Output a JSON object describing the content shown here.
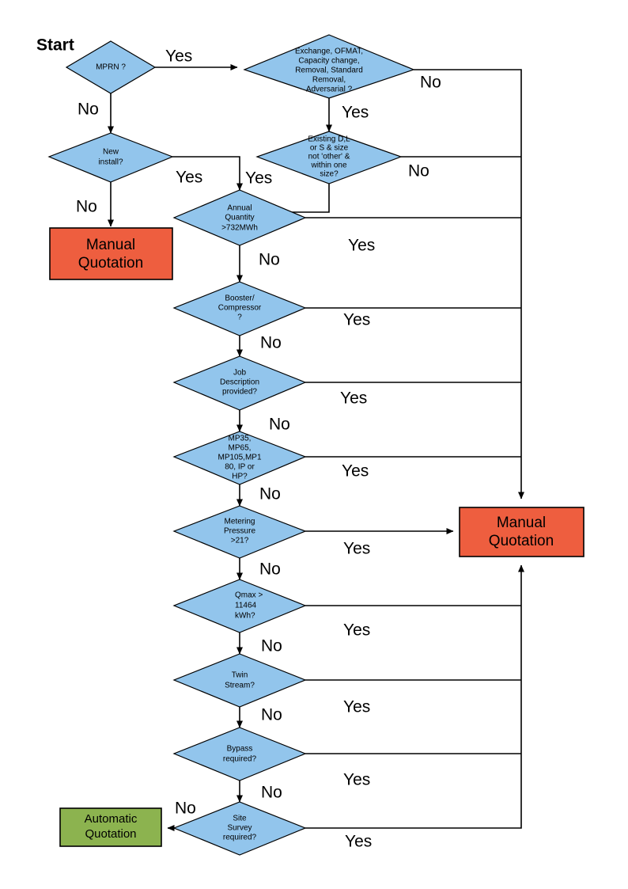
{
  "diagram": {
    "title": "Start",
    "colors": {
      "decision_fill": "#92C5EC",
      "manual_fill": "#EE5E3F",
      "automatic_fill": "#8CB34F",
      "line": "#000000"
    },
    "start_label": "Start",
    "decisions": [
      {
        "id": "mprn",
        "lines": [
          "MPRN ?"
        ],
        "yes_label": "Yes",
        "no_label": "No"
      },
      {
        "id": "exchange",
        "lines": [
          "Exchange, OFMAT,",
          "Capacity change,",
          "Removal, Standard",
          "Removal,",
          "Adversarial ?"
        ],
        "yes_label": "Yes",
        "no_label": "No"
      },
      {
        "id": "new-install",
        "lines": [
          "New",
          "install?"
        ],
        "yes_label": "Yes",
        "no_label": "No"
      },
      {
        "id": "existing-dls",
        "lines": [
          "Existing D,L",
          "or S & size",
          "not 'other' &",
          "within one",
          "size?"
        ],
        "yes_label": "Yes",
        "no_label": "No"
      },
      {
        "id": "annual-quantity",
        "lines": [
          "Annual",
          "Quantity",
          ">732MWh"
        ],
        "yes_label": "Yes",
        "no_label": "No"
      },
      {
        "id": "booster-compressor",
        "lines": [
          "Booster/",
          "Compressor",
          "?"
        ],
        "yes_label": "Yes",
        "no_label": "No"
      },
      {
        "id": "job-description",
        "lines": [
          "Job",
          "Description",
          "provided?"
        ],
        "yes_label": "Yes",
        "no_label": "No"
      },
      {
        "id": "mp-rating",
        "lines": [
          "MP35,",
          "MP65,",
          "MP105,MP1",
          "80, IP or",
          "HP?"
        ],
        "yes_label": "Yes",
        "no_label": "No"
      },
      {
        "id": "metering-pressure",
        "lines": [
          "Metering",
          "Pressure",
          ">21?"
        ],
        "yes_label": "Yes",
        "no_label": "No"
      },
      {
        "id": "qmax",
        "lines": [
          "Qmax >",
          "11464",
          "kWh?"
        ],
        "yes_label": "Yes",
        "no_label": "No"
      },
      {
        "id": "twin-stream",
        "lines": [
          "Twin",
          "Stream?"
        ],
        "yes_label": "Yes",
        "no_label": "No"
      },
      {
        "id": "bypass",
        "lines": [
          "Bypass",
          "required?"
        ],
        "yes_label": "Yes",
        "no_label": "No"
      },
      {
        "id": "site-survey",
        "lines": [
          "Site",
          "Survey",
          "required?"
        ],
        "yes_label": "Yes",
        "no_label": "No"
      }
    ],
    "terminals": [
      {
        "id": "manual-left",
        "lines": [
          "Manual",
          "Quotation"
        ]
      },
      {
        "id": "manual-right",
        "lines": [
          "Manual",
          "Quotation"
        ]
      },
      {
        "id": "automatic",
        "lines": [
          "Automatic",
          "Quotation"
        ]
      }
    ]
  }
}
